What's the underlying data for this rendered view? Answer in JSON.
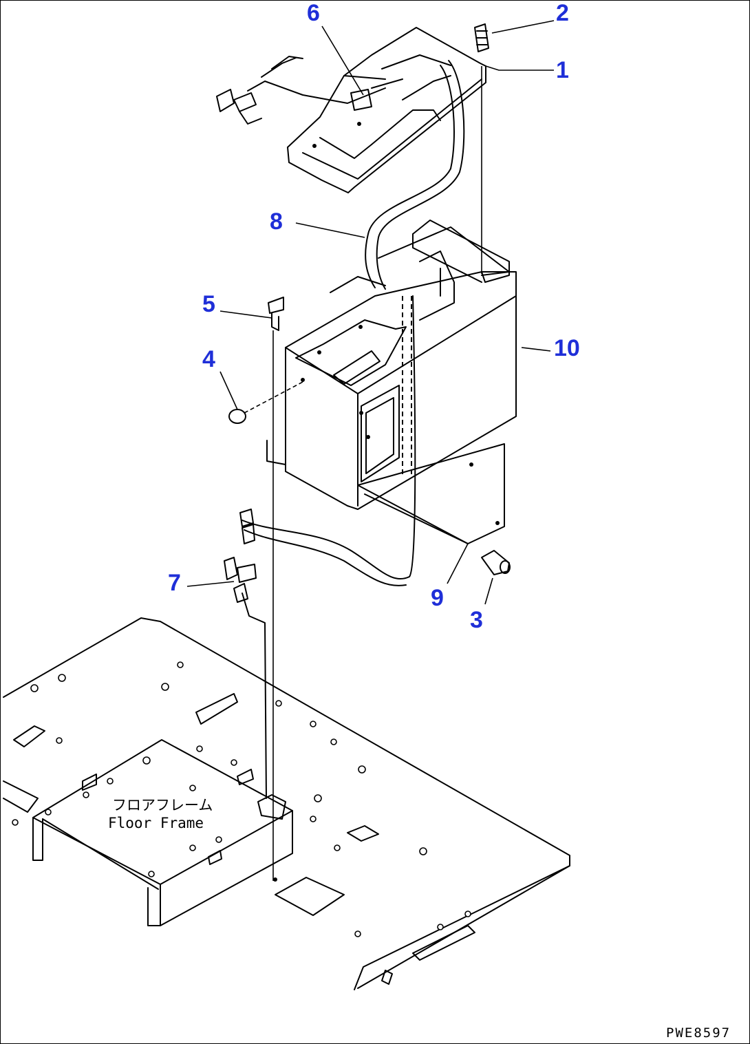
{
  "diagram": {
    "background": "#ffffff",
    "callout_color": "#1f2fd8",
    "callouts": [
      "6",
      "2",
      "1",
      "8",
      "5",
      "10",
      "4",
      "7",
      "9",
      "3"
    ],
    "floor_label_jp": "フロアフレーム",
    "floor_label_en": "Floor Frame",
    "ref_code": "PWE8597"
  }
}
